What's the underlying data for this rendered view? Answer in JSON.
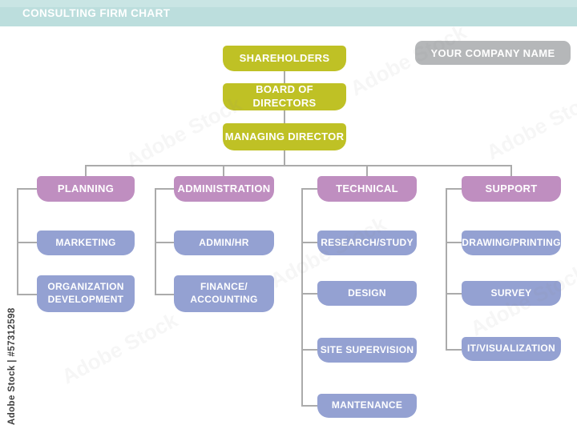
{
  "header": {
    "title": "CONSULTING FIRM CHART"
  },
  "company_box": {
    "label": "YOUR COMPANY NAME"
  },
  "org": {
    "chain": [
      {
        "label": "SHAREHOLDERS"
      },
      {
        "label": "BOARD OF DIRECTORS"
      },
      {
        "label": "MANAGING DIRECTOR"
      }
    ],
    "branches": [
      {
        "label": "PLANNING",
        "children": [
          {
            "lines": [
              "MARKETING"
            ]
          },
          {
            "lines": [
              "ORGANIZATION",
              "DEVELOPMENT"
            ]
          }
        ]
      },
      {
        "label": "ADMINISTRATION",
        "children": [
          {
            "lines": [
              "ADMIN/HR"
            ]
          },
          {
            "lines": [
              "FINANCE/",
              "ACCOUNTING"
            ]
          }
        ]
      },
      {
        "label": "TECHNICAL",
        "children": [
          {
            "lines": [
              "RESEARCH/STUDY"
            ]
          },
          {
            "lines": [
              "DESIGN"
            ]
          },
          {
            "lines": [
              "SITE SUPERVISION"
            ]
          },
          {
            "lines": [
              "MANTENANCE"
            ]
          }
        ]
      },
      {
        "label": "SUPPORT",
        "children": [
          {
            "lines": [
              "DRAWING/PRINTING"
            ]
          },
          {
            "lines": [
              "SURVEY"
            ]
          },
          {
            "lines": [
              "IT/VISUALIZATION"
            ]
          }
        ]
      }
    ]
  },
  "watermark": {
    "side_label": "Adobe Stock | #57312598",
    "tile_label": "Adobe Stock"
  },
  "colors": {
    "header_bg": "#bcdedd",
    "executive_box": "#bfc125",
    "branch_box": "#bf8ec0",
    "child_box": "#94a1d2",
    "company_box": "#b5b7b9",
    "connector": "#ababab"
  }
}
